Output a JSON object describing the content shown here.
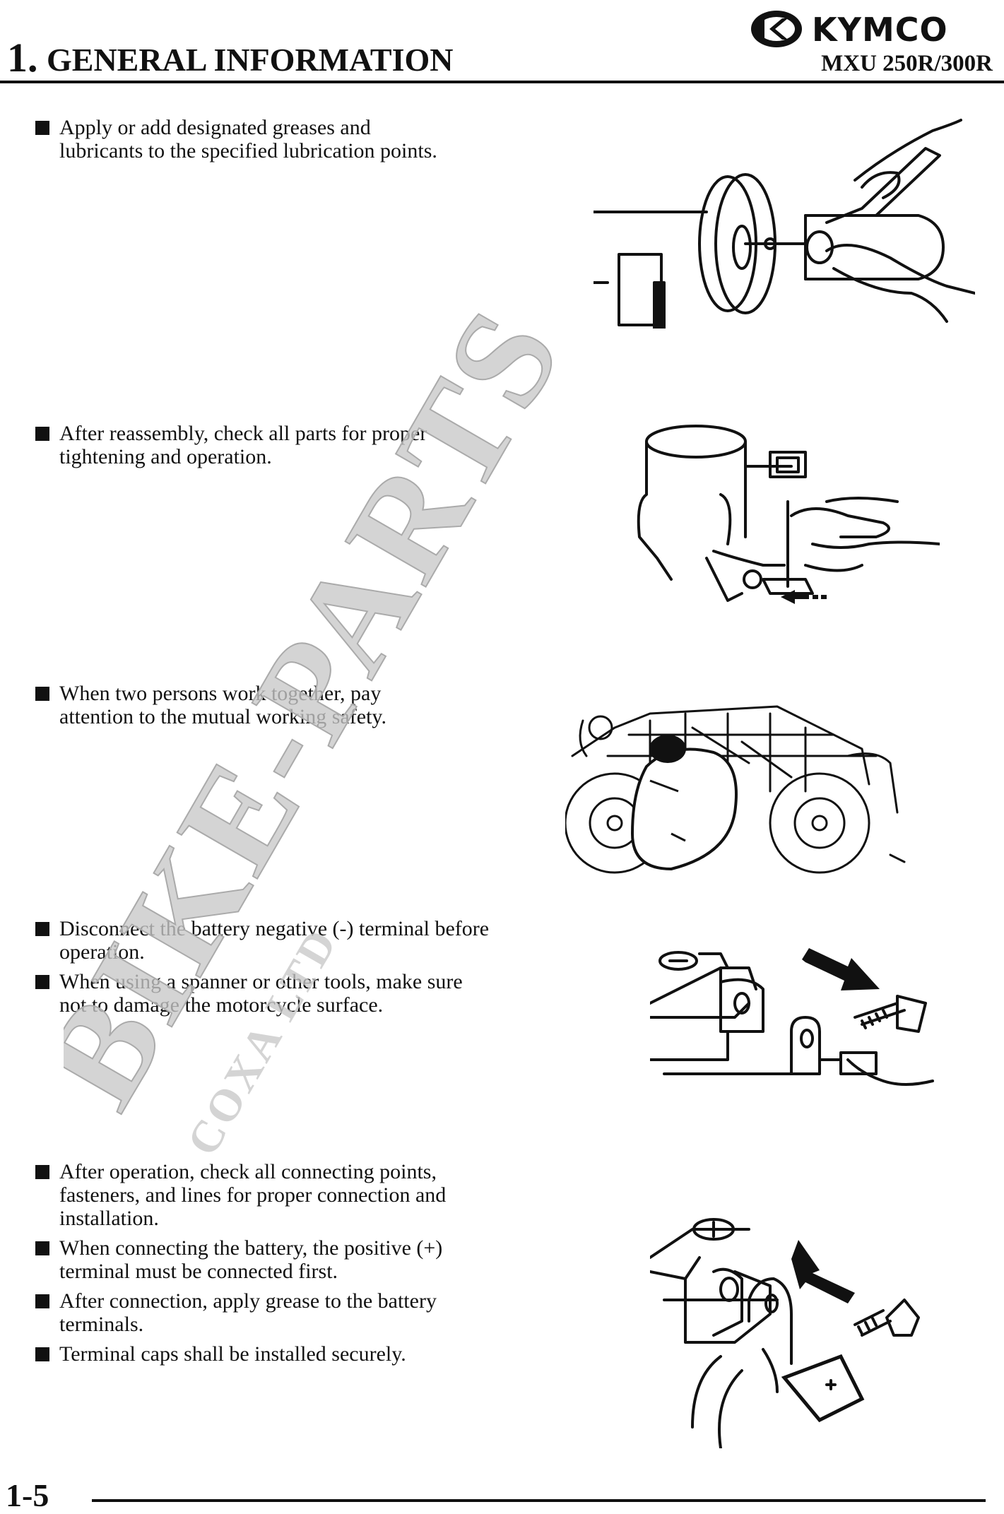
{
  "header": {
    "chapter_number": "1.",
    "chapter_title": "GENERAL INFORMATION",
    "brand": "KYMCO",
    "model": "MXU 250R/300R"
  },
  "sections": [
    {
      "items": [
        "Apply or add designated greases and lubricants to the specified lubrication points."
      ]
    },
    {
      "items": [
        "After reassembly, check all parts for proper tightening and operation."
      ]
    },
    {
      "items": [
        "When two persons work together, pay attention to the mutual working safety."
      ]
    },
    {
      "items": [
        "Disconnect the battery negative (-) terminal before operation.",
        "When using a spanner or other tools, make sure not to damage the motorcycle surface."
      ]
    },
    {
      "items": [
        "After operation, check all connecting points, fasteners, and lines for proper connection and installation.",
        "When connecting the battery, the positive (+) terminal must be connected first.",
        "After connection, apply grease to the battery terminals.",
        "Terminal caps shall be installed securely."
      ]
    }
  ],
  "watermark": {
    "main": "BIKE-PARTS",
    "sub": "COXA LTD"
  },
  "footer": {
    "page_number": "1-5"
  }
}
